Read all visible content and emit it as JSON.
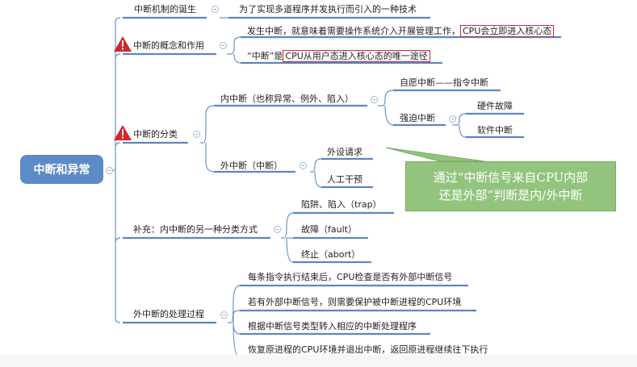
{
  "root": {
    "label": "中断和异常"
  },
  "branches": [
    {
      "label": "中断机制的诞生",
      "warning": false,
      "children": [
        {
          "label": "为了实现多道程序并发执行而引入的一种技术"
        }
      ]
    },
    {
      "label": "中断的概念和作用",
      "warning": true,
      "children": [
        {
          "prefix": "发生中断，就意味着需要操作系统介入开展管理工作，",
          "highlight": "CPU会立即进入核心态"
        },
        {
          "prefix": "“中断”是",
          "highlight": "CPU从用户态进入核心态的唯一途径"
        }
      ]
    },
    {
      "label": "中断的分类",
      "warning": true,
      "children": [
        {
          "label": "内中断（也称异常、例外、陷入）",
          "children": [
            {
              "label": "自愿中断——指令中断"
            },
            {
              "label": "强迫中断",
              "children": [
                {
                  "label": "硬件故障"
                },
                {
                  "label": "软件中断"
                }
              ]
            }
          ]
        },
        {
          "label": "外中断（中断）",
          "children": [
            {
              "label": "外设请求"
            },
            {
              "label": "人工干预"
            }
          ]
        }
      ]
    },
    {
      "label": "补充：内中断的另一种分类方式",
      "warning": false,
      "children": [
        {
          "label": "陷阱、陷入（trap）"
        },
        {
          "label": "故障（fault）"
        },
        {
          "label": "终止（abort）"
        }
      ]
    },
    {
      "label": "外中断的处理过程",
      "warning": false,
      "children": [
        {
          "label": "每条指令执行结束后，CPU检查是否有外部中断信号"
        },
        {
          "label": "若有外部中断信号，则需要保护被中断进程的CPU环境"
        },
        {
          "label": "根据中断信号类型转入相应的中断处理程序"
        },
        {
          "label": "恢复原进程的CPU环境并退出中断，返回原进程继续往下执行"
        }
      ]
    }
  ],
  "callout": {
    "line1": "通过“中断信号来自CPU内部",
    "line2": "还是外部”判断是内/外中断"
  },
  "colors": {
    "root_fill": "#5d8bc8",
    "branch_line": "#5b86c4",
    "warning": "#d9232e",
    "highlight_border": "#c0303a",
    "callout_fill": "#93c47d"
  },
  "icons": {
    "warning": "warning-triangle-icon",
    "collapse": "collapse-minus-icon"
  }
}
